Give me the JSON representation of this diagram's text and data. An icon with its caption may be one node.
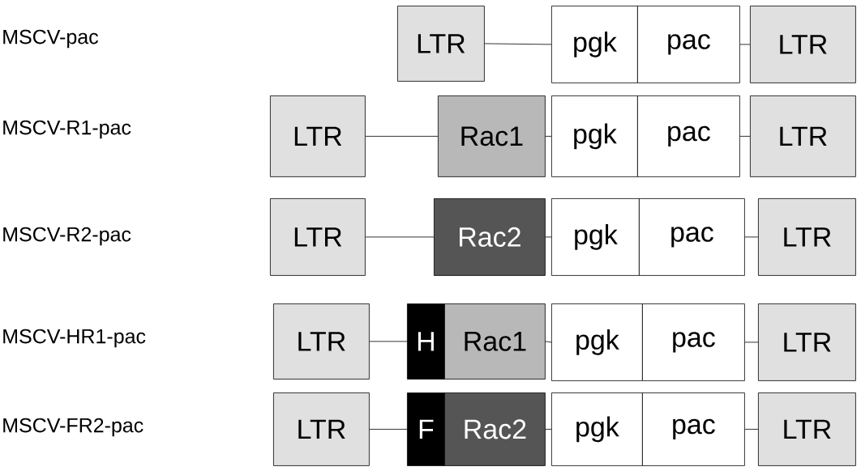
{
  "diagram": {
    "nodes": [
      {
        "text": [
          "LTR"
        ]
      },
      {
        "text": [
          "pgk"
        ]
      },
      {
        "text": [
          "pac"
        ]
      },
      {
        "text": [
          "LTR"
        ]
      },
      {
        "text": [
          "LTR"
        ]
      },
      {
        "text": [
          "Rac1"
        ]
      },
      {
        "text": [
          "pgk"
        ]
      },
      {
        "text": [
          "pac"
        ]
      },
      {
        "text": [
          "LTR"
        ]
      },
      {
        "text": [
          "LTR"
        ]
      },
      {
        "text": [
          "Rac2"
        ]
      },
      {
        "text": [
          "pgk"
        ]
      },
      {
        "text": [
          "pac"
        ]
      },
      {
        "text": [
          "LTR"
        ]
      },
      {
        "text": [
          "LTR"
        ]
      },
      {
        "text": [
          "H"
        ]
      },
      {
        "text": [
          "Rac1"
        ]
      },
      {
        "text": [
          "pgk"
        ]
      },
      {
        "text": [
          "pac"
        ]
      },
      {
        "text": [
          "LTR"
        ]
      },
      {
        "text": [
          "LTR"
        ]
      },
      {
        "text": [
          "F"
        ]
      },
      {
        "text": [
          "Rac2"
        ]
      },
      {
        "text": [
          "pgk"
        ]
      },
      {
        "text": [
          "pac"
        ]
      },
      {
        "text": [
          "LTR"
        ]
      }
    ],
    "edges": [
      {
        "from": 0,
        "to": 1,
        "arrow": "none"
      },
      {
        "from": 2,
        "to": 3,
        "arrow": "none"
      },
      {
        "from": 4,
        "to": 5,
        "arrow": "none"
      },
      {
        "from": 5,
        "to": 6,
        "arrow": "none"
      },
      {
        "from": 7,
        "to": 8,
        "arrow": "none"
      },
      {
        "from": 9,
        "to": 10,
        "arrow": "none"
      },
      {
        "from": 10,
        "to": 11,
        "arrow": "none"
      },
      {
        "from": 12,
        "to": 13,
        "arrow": "none"
      },
      {
        "from": 14,
        "to": 15,
        "arrow": "none"
      },
      {
        "from": 16,
        "to": 17,
        "arrow": "none"
      },
      {
        "from": 18,
        "to": 19,
        "arrow": "none"
      },
      {
        "from": 20,
        "to": 21,
        "arrow": "none"
      },
      {
        "from": 22,
        "to": 23,
        "arrow": "none"
      },
      {
        "from": 24,
        "to": 25,
        "arrow": "none"
      }
    ],
    "labels": [
      "MSCV-pac",
      "MSCV-R1-pac",
      "MSCV-R2-pac",
      "MSCV-HR1-pac",
      "MSCV-FR2-pac"
    ]
  }
}
